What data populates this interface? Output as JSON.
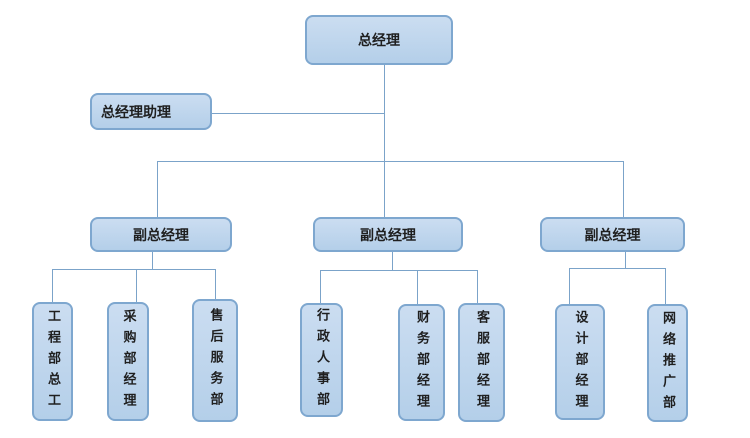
{
  "org": {
    "root": {
      "label": "总经理"
    },
    "assistant": {
      "label": "总经理助理"
    },
    "branches": [
      {
        "label": "副总经理",
        "children": [
          "工程部总工",
          "采购部经理",
          "售后服务部"
        ]
      },
      {
        "label": "副总经理",
        "children": [
          "行政人事部",
          "财务部经理",
          "客服部经理"
        ]
      },
      {
        "label": "副总经理",
        "children": [
          "设计部经理",
          "网络推广部"
        ]
      }
    ]
  },
  "colors": {
    "node_fill_top": "#cbddf1",
    "node_fill_bottom": "#b4cfe9",
    "node_border": "#7ea7cf",
    "connector": "#7ba3c9",
    "text": "#1f1f1f",
    "background": "#ffffff"
  }
}
